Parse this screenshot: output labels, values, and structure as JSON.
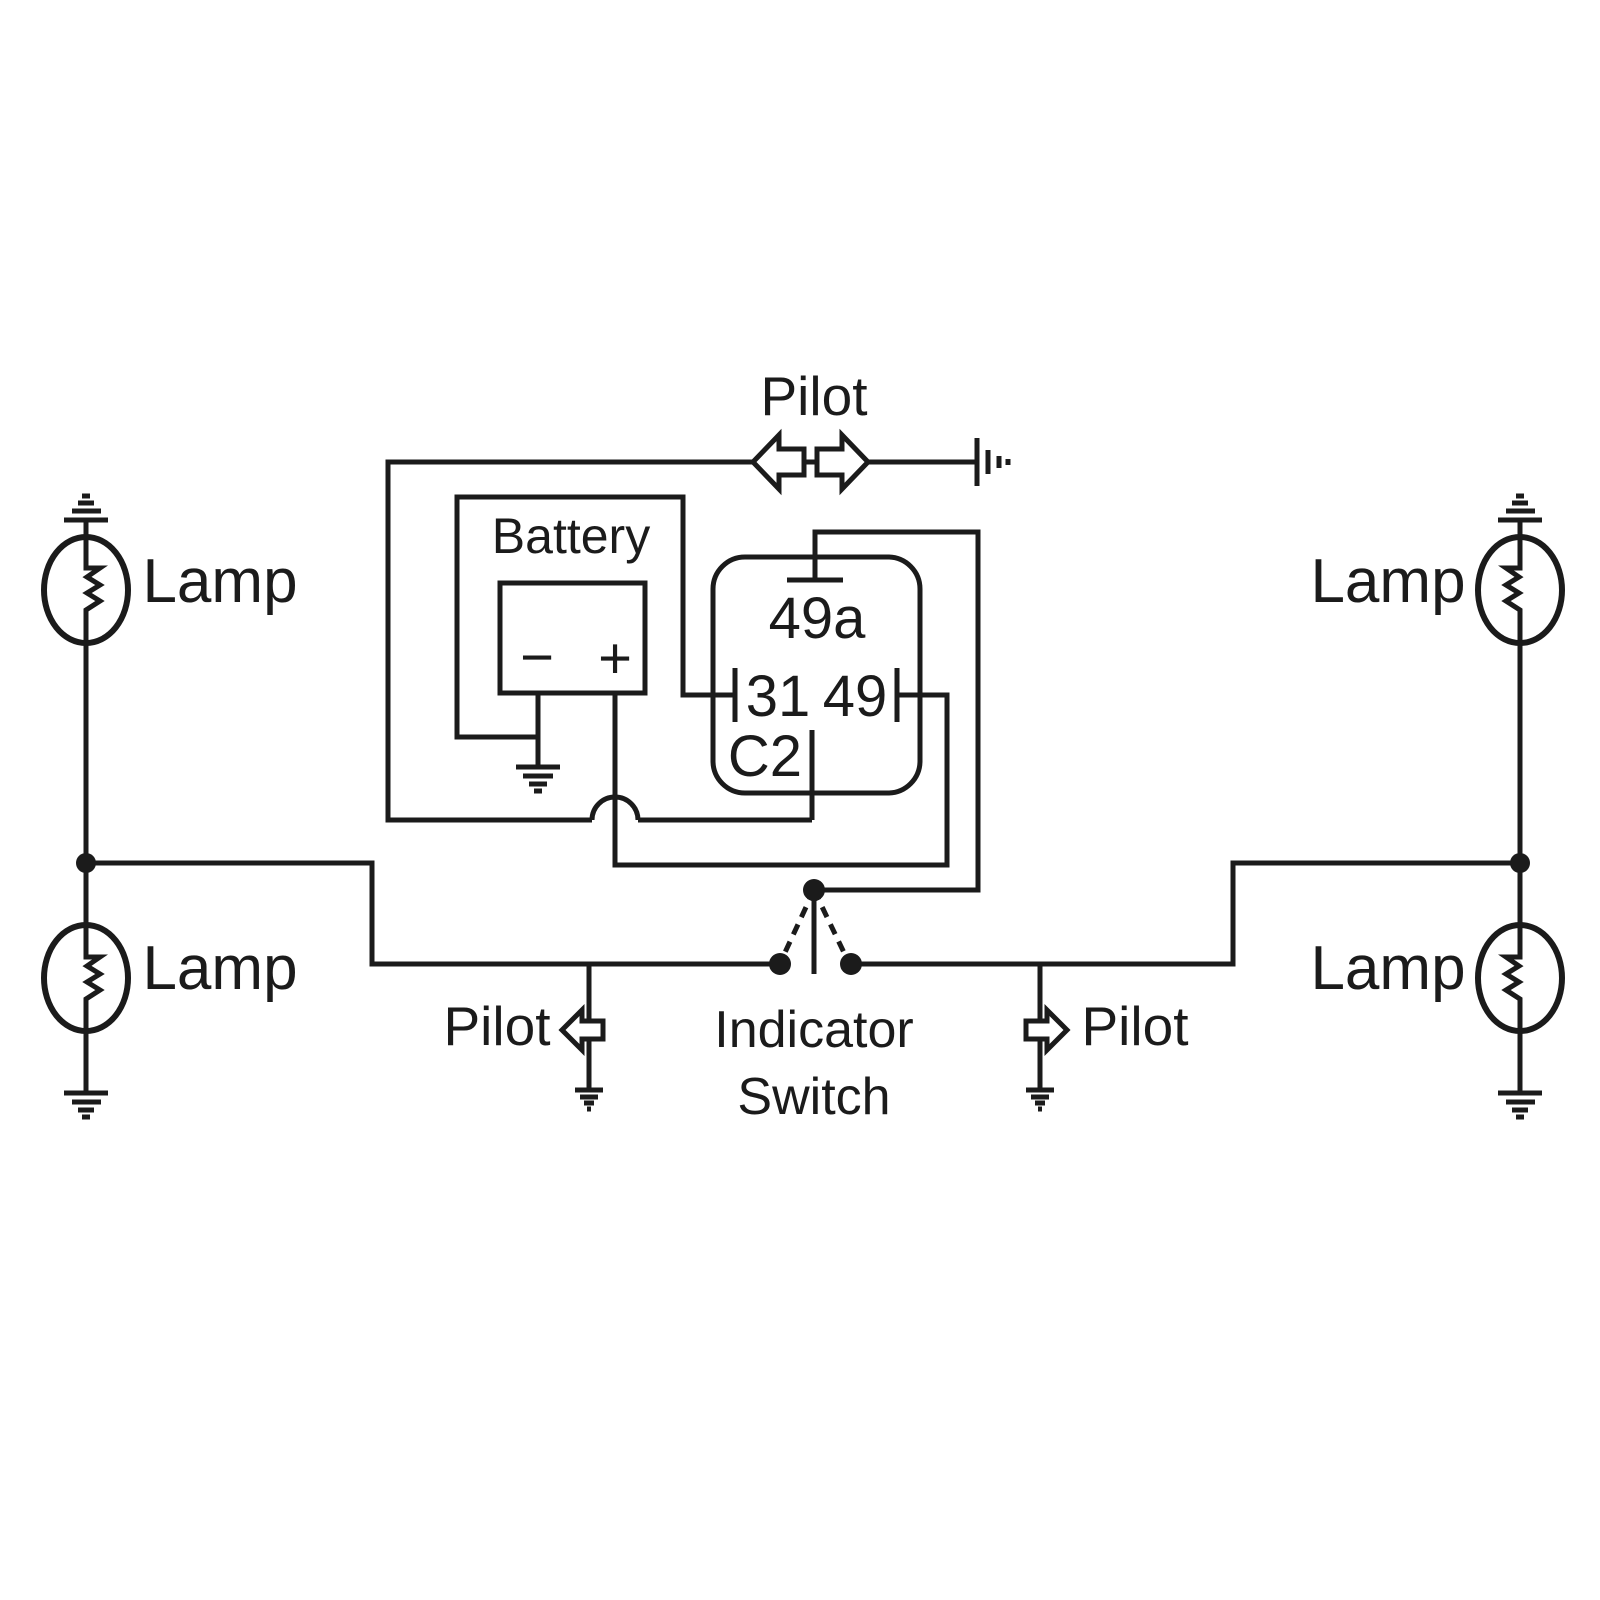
{
  "colors": {
    "ink": "#1b1b1b",
    "background": "#ffffff"
  },
  "labels": {
    "pilot_top": "Pilot",
    "battery": "Battery",
    "battery_minus": "−",
    "battery_plus": "+",
    "terminal_49a": "49a",
    "terminal_31": "31",
    "terminal_49": "49",
    "terminal_c2": "C2",
    "lamp_top_left": "Lamp",
    "lamp_bottom_left": "Lamp",
    "lamp_top_right": "Lamp",
    "lamp_bottom_right": "Lamp",
    "indicator_line1": "Indicator",
    "indicator_line2": "Switch",
    "pilot_bottom_left": "Pilot",
    "pilot_bottom_right": "Pilot"
  }
}
